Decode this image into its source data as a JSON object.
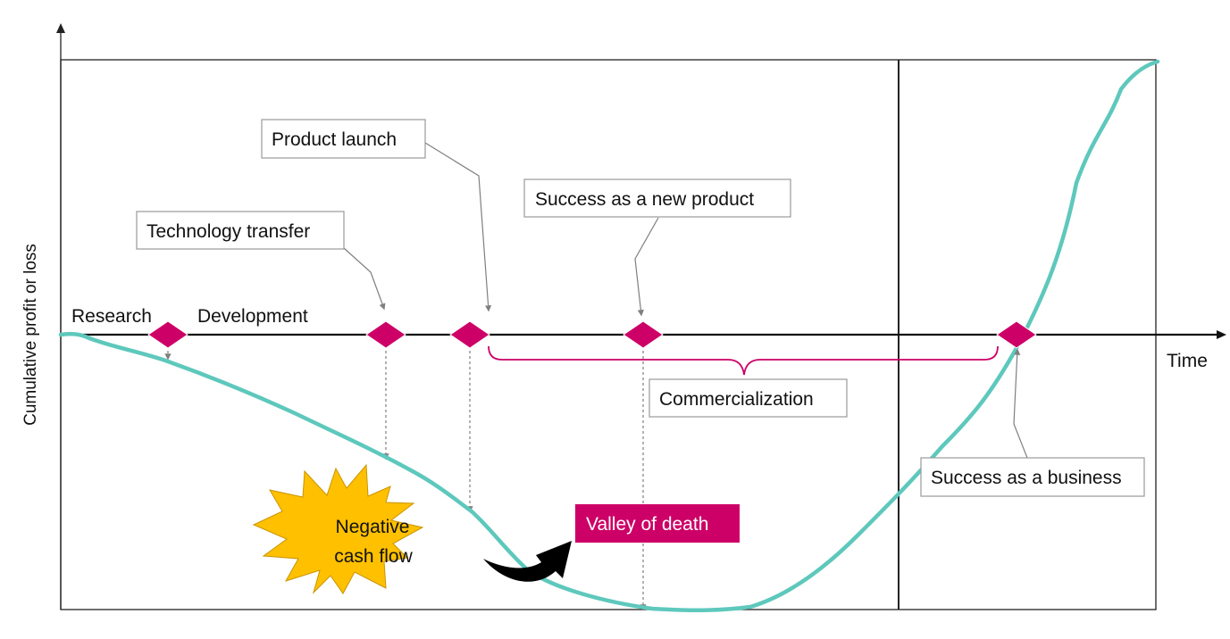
{
  "axes": {
    "y_label": "Cumulative profit or loss",
    "x_label": "Time"
  },
  "phases": {
    "research": "Research",
    "development": "Development"
  },
  "callouts": {
    "technology_transfer": "Technology transfer",
    "product_launch": "Product launch",
    "success_new_product": "Success as a new product",
    "commercialization": "Commercialization",
    "success_business": "Success as a business",
    "valley_of_death": "Valley of death",
    "negative_cash_flow_line1": "Negative",
    "negative_cash_flow_line2": "cash flow"
  },
  "colors": {
    "curve": "#5ec8bd",
    "milestone": "#cc0066",
    "brace": "#cc0066",
    "valley_box": "#cc0066",
    "starburst": "#ffc000",
    "leader": "#7f7f7f"
  }
}
